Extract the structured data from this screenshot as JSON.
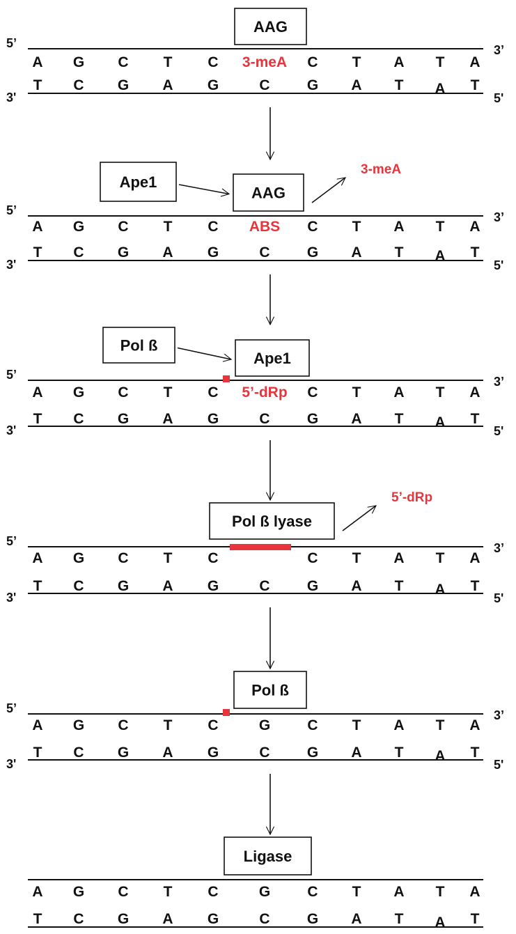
{
  "colors": {
    "ink": "#111111",
    "accent": "#e8343c"
  },
  "end_labels": {
    "five": "5’",
    "three": "3’",
    "five_alt": "5'",
    "three_alt": "3'"
  },
  "stages": [
    {
      "enzymes": [
        "AAG"
      ],
      "top": [
        "A",
        "G",
        "C",
        "T",
        "C",
        "3-meA",
        "C",
        "T",
        "A",
        "T",
        "A"
      ],
      "bottom": [
        "T",
        "C",
        "G",
        "A",
        "G",
        "C",
        "G",
        "A",
        "T",
        "A",
        "T"
      ],
      "lesion_label": "3-meA",
      "released": "",
      "marker": "none",
      "ends": true
    },
    {
      "enzymes": [
        "Ape1",
        "AAG"
      ],
      "top": [
        "A",
        "G",
        "C",
        "T",
        "C",
        "ABS",
        "C",
        "T",
        "A",
        "T",
        "A"
      ],
      "bottom": [
        "T",
        "C",
        "G",
        "A",
        "G",
        "C",
        "G",
        "A",
        "T",
        "A",
        "T"
      ],
      "lesion_label": "ABS",
      "released": "3-meA",
      "marker": "none",
      "ends": true
    },
    {
      "enzymes": [
        "Pol ß",
        "Ape1"
      ],
      "top": [
        "A",
        "G",
        "C",
        "T",
        "C",
        "5’-dRp",
        "C",
        "T",
        "A",
        "T",
        "A"
      ],
      "bottom": [
        "T",
        "C",
        "G",
        "A",
        "G",
        "C",
        "G",
        "A",
        "T",
        "A",
        "T"
      ],
      "lesion_label": "5’-dRp",
      "released": "",
      "marker": "nick",
      "ends": true
    },
    {
      "enzymes": [
        "Pol ß lyase"
      ],
      "top": [
        "A",
        "G",
        "C",
        "T",
        "C",
        "",
        "C",
        "T",
        "A",
        "T",
        "A"
      ],
      "bottom": [
        "T",
        "C",
        "G",
        "A",
        "G",
        "C",
        "G",
        "A",
        "T",
        "A",
        "T"
      ],
      "lesion_label": "",
      "released": "5’-dRp",
      "marker": "gap",
      "ends": true
    },
    {
      "enzymes": [
        "Pol ß"
      ],
      "top": [
        "A",
        "G",
        "C",
        "T",
        "C",
        "G",
        "C",
        "T",
        "A",
        "T",
        "A"
      ],
      "bottom": [
        "T",
        "C",
        "G",
        "A",
        "G",
        "C",
        "G",
        "A",
        "T",
        "A",
        "T"
      ],
      "lesion_label": "",
      "released": "",
      "marker": "nick",
      "ends": true
    },
    {
      "enzymes": [
        "Ligase"
      ],
      "top": [
        "A",
        "G",
        "C",
        "T",
        "C",
        "G",
        "C",
        "T",
        "A",
        "T",
        "A"
      ],
      "bottom": [
        "T",
        "C",
        "G",
        "A",
        "G",
        "C",
        "G",
        "A",
        "T",
        "A",
        "T"
      ],
      "lesion_label": "",
      "released": "",
      "marker": "none",
      "ends": false
    }
  ]
}
